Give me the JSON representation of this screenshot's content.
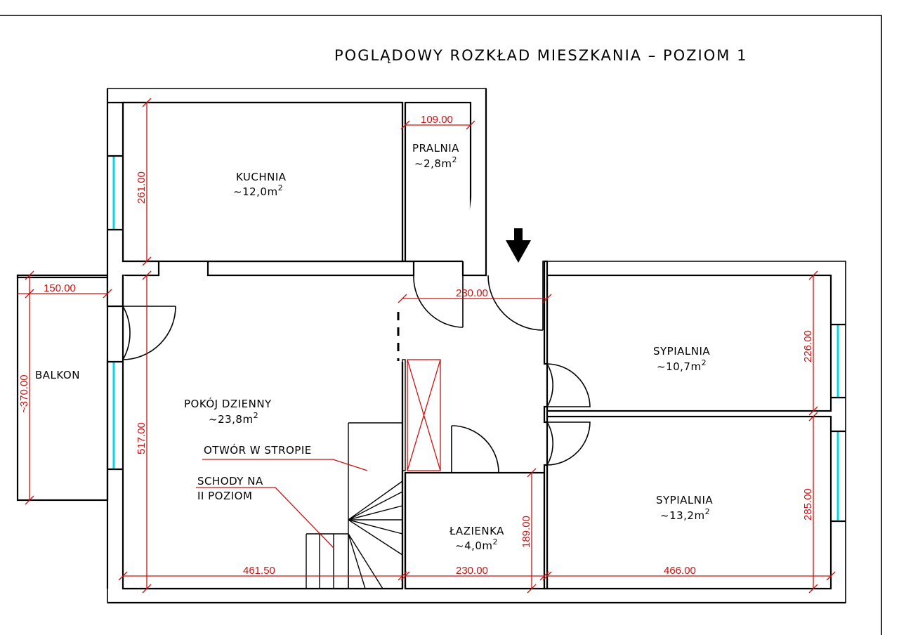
{
  "title": "POGLĄDOWY ROZKŁAD MIESZKANIA – POZIOM 1",
  "rooms": {
    "kuchnia": {
      "name": "KUCHNIA",
      "area": "~12,0m",
      "sup": "2"
    },
    "pralnia": {
      "name": "PRALNIA",
      "area": "~2,8m",
      "sup": "2"
    },
    "pokoj": {
      "name": "POKÓJ DZIENNY",
      "area": "~23,8m",
      "sup": "2"
    },
    "sypialnia1": {
      "name": "SYPIALNIA",
      "area": "~10,7m",
      "sup": "2"
    },
    "sypialnia2": {
      "name": "SYPIALNIA",
      "area": "~13,2m",
      "sup": "2"
    },
    "lazienka": {
      "name": "ŁAZIENKA",
      "area": "~4,0m",
      "sup": "2"
    },
    "balkon": {
      "name": "BALKON"
    }
  },
  "annotations": {
    "otwor": "OTWÓR W STROPIE",
    "schody_line1": "SCHODY NA",
    "schody_line2": "II POZIOM"
  },
  "dimensions": {
    "kuchnia_height": "261.00",
    "pralnia_width": "109.00",
    "hall_width": "230.00",
    "balkon_width": "150.00",
    "balkon_height": "~370.00",
    "pokoj_height": "517.00",
    "pokoj_width": "461.50",
    "lazienka_width": "230.00",
    "lazienka_height": "189.00",
    "sypialnia1_height": "226.00",
    "sypialnia2_height": "285.00",
    "sypialnia2_width": "466.00"
  },
  "colors": {
    "dimension": "#cc1111",
    "window": "#00d8e8",
    "wall": "#000000"
  },
  "icons": {
    "entrance": "entrance-arrow-icon"
  }
}
